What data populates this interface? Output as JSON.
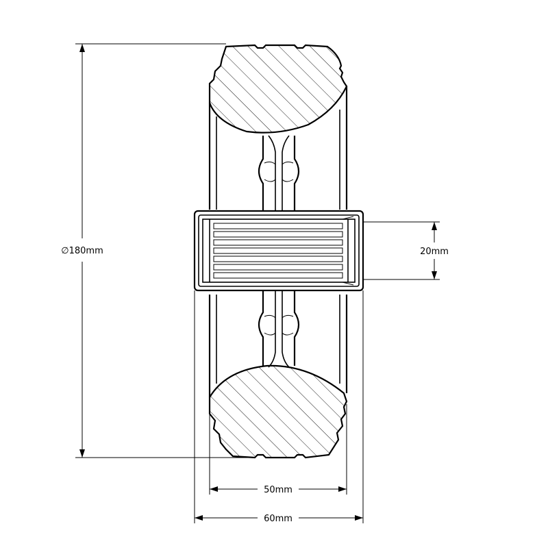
{
  "dimensions": {
    "diameter": "∅180mm",
    "bore": "20mm",
    "tread_width": "50mm",
    "hub_length": "60mm"
  }
}
